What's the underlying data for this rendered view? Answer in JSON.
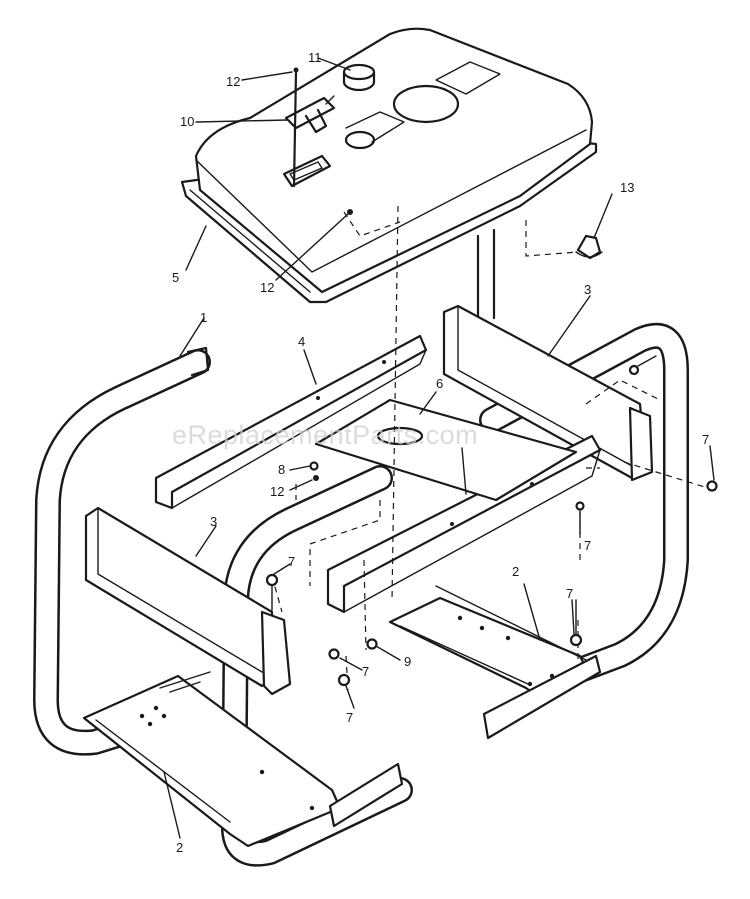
{
  "watermark": "eReplacementParts.com",
  "callouts": {
    "c1": "1",
    "c2a": "2",
    "c2b": "2",
    "c3a": "3",
    "c3b": "3",
    "c4": "4",
    "c5": "5",
    "c6": "6",
    "c7a": "7",
    "c7b": "7",
    "c7c": "7",
    "c7d": "7",
    "c7e": "7",
    "c7f": "7",
    "c8": "8",
    "c9": "9",
    "c10": "10",
    "c11": "11",
    "c12a": "12",
    "c12b": "12",
    "c12c": "12",
    "c13": "13"
  }
}
